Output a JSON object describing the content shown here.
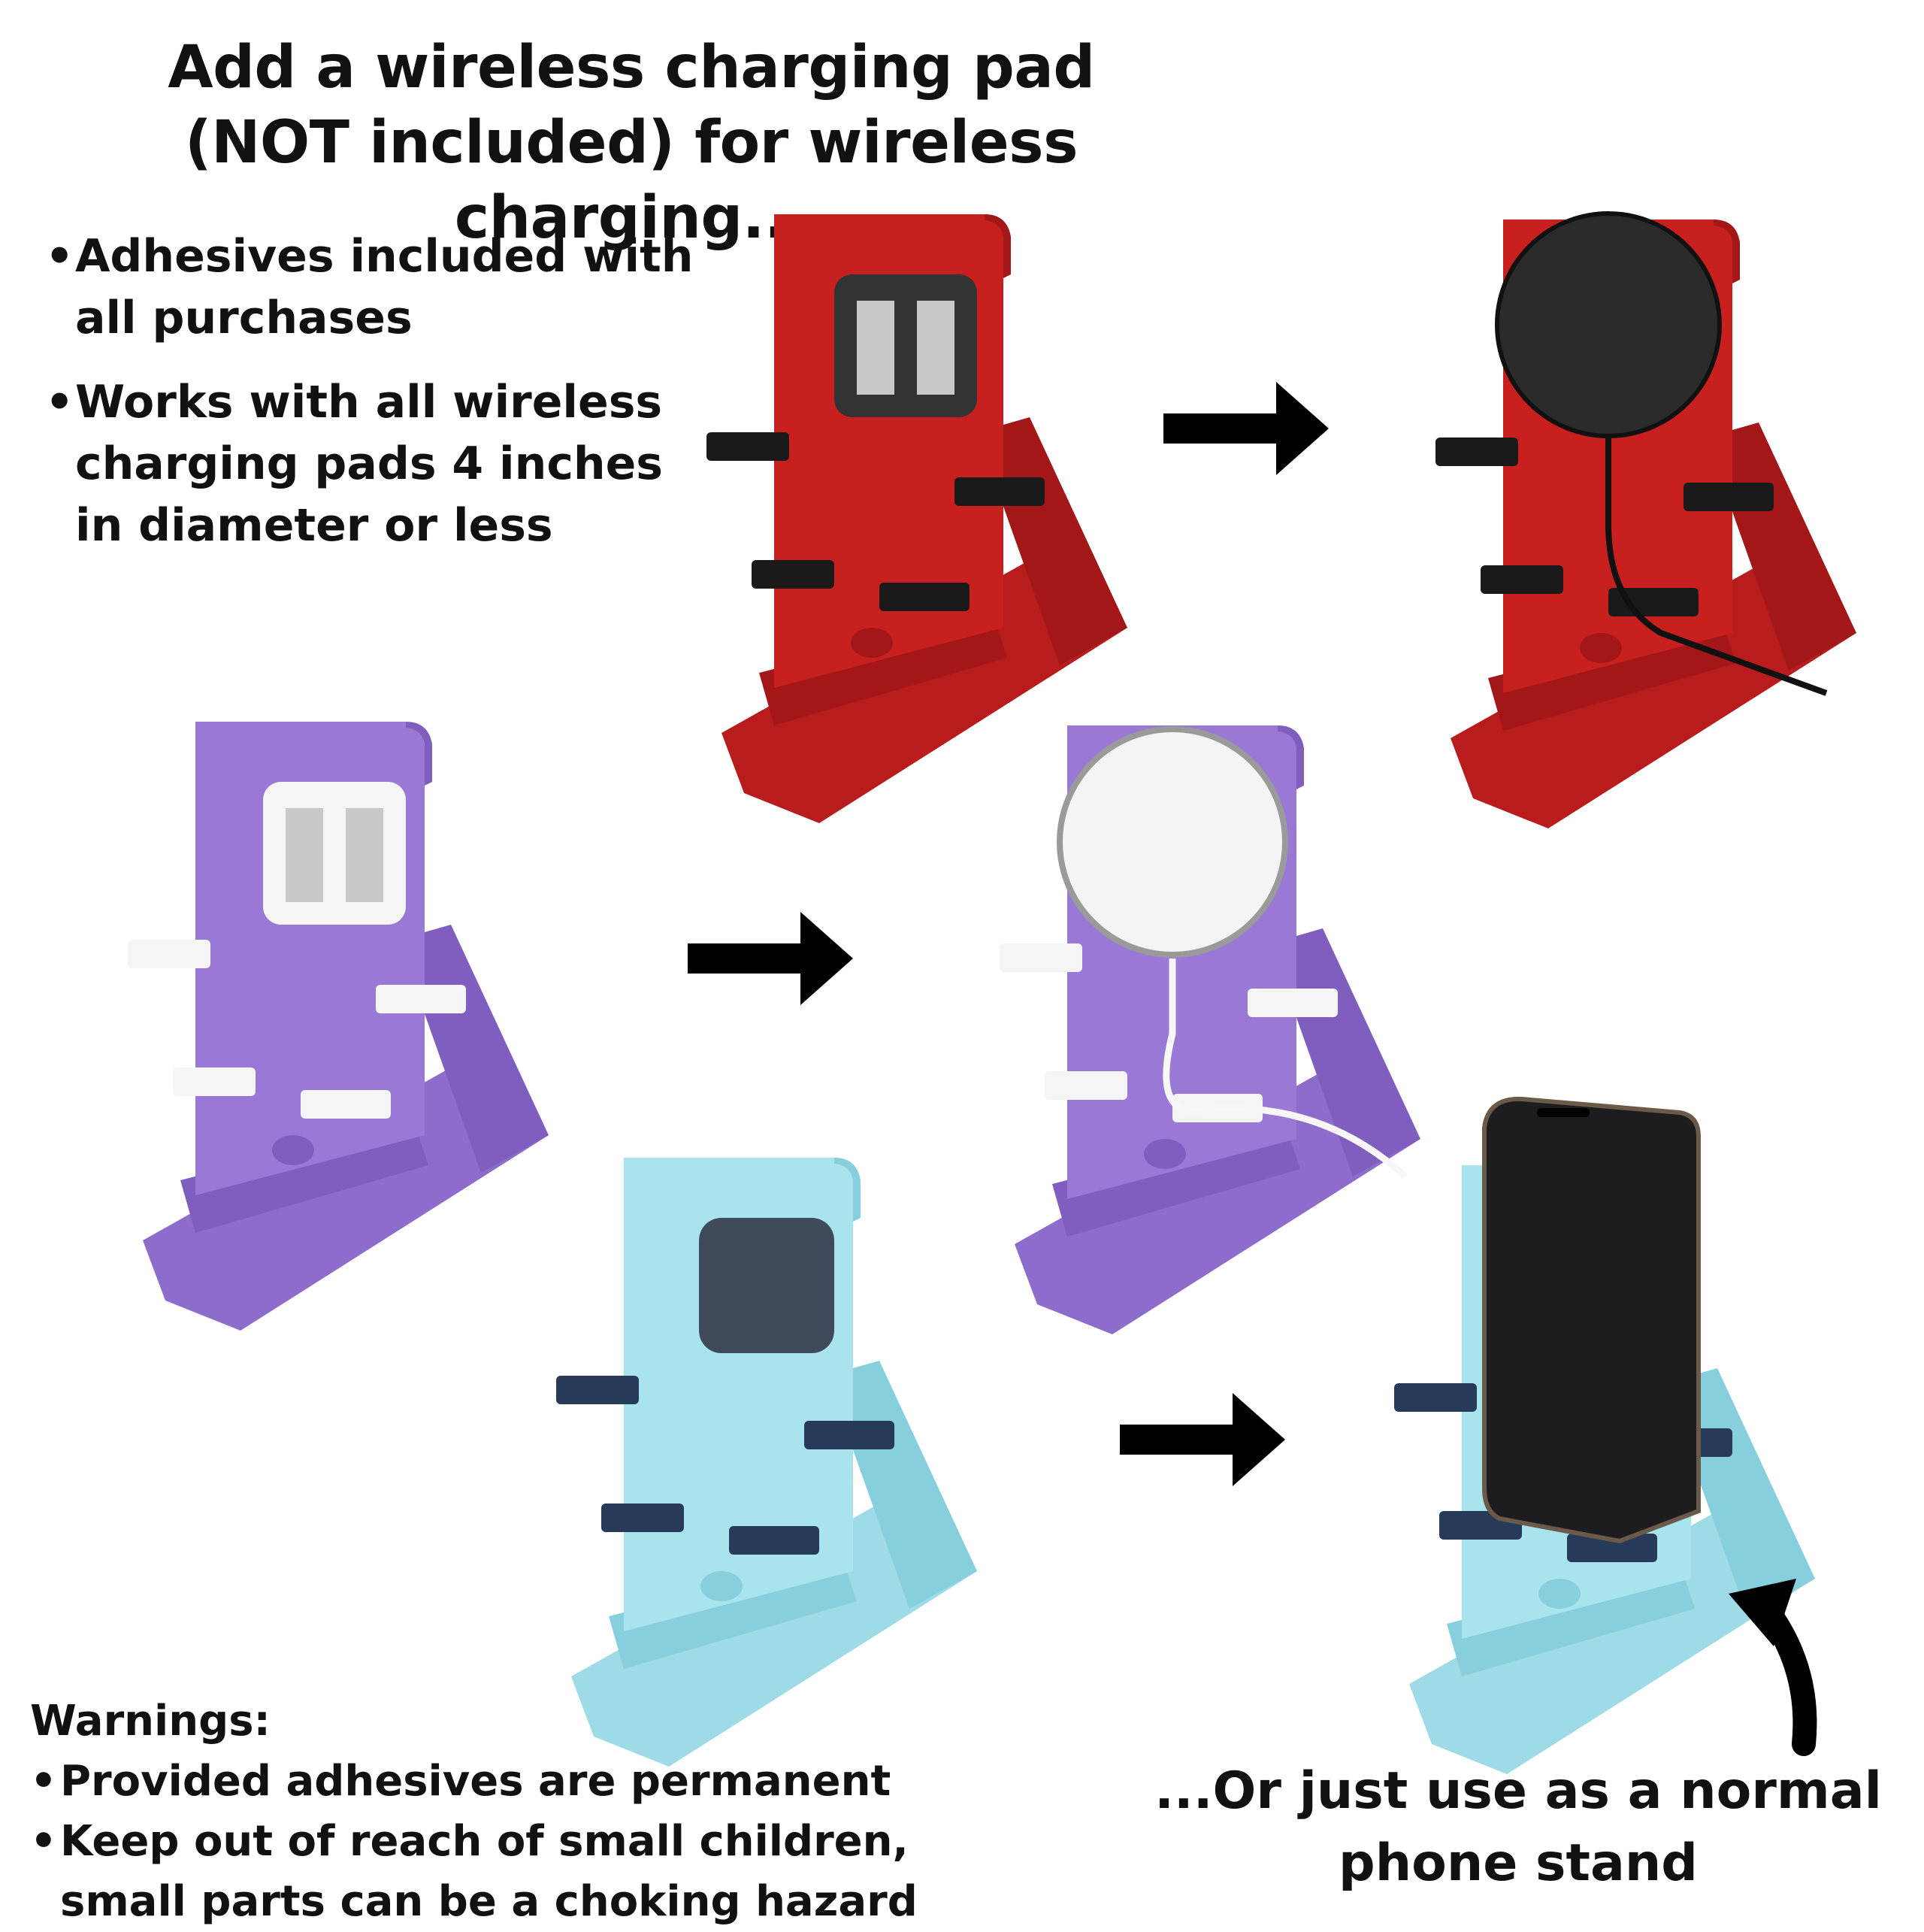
{
  "headline": {
    "line1": "Add a wireless charging pad",
    "line2_open": "(",
    "line2_bold": "NOT",
    "line2_rest": " included) for wireless charging..."
  },
  "features": [
    "Adhesives included with all purchases",
    "Works with all wireless charging pads 4 inches in diameter or less"
  ],
  "warnings": {
    "heading": "Warnings:",
    "items": [
      "Provided adhesives are permanent",
      "Keep out of reach of small children, small parts can be a choking hazard"
    ]
  },
  "normal_stand_note": "...Or just use as a normal phone stand",
  "colors": {
    "red_stand": "#c8201f",
    "purple_stand": "#9a79d6",
    "blue_stand": "#a9e4ee",
    "arrow": "#000000"
  },
  "icons": [
    "arrow-right-icon",
    "curved-arrow-up-icon"
  ]
}
